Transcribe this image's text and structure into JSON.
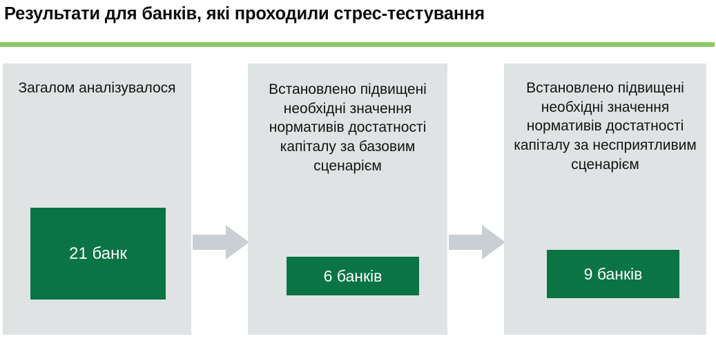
{
  "title": "Результати для банків, які проходили стрес-тестування",
  "colors": {
    "title_text": "#0D0D0D",
    "title_rule": "#8CC963",
    "panel_bg": "#DFE3E4",
    "chip_bg": "#0A7444",
    "chip_text": "#FFFFFF",
    "arrow": "#C9CFD2"
  },
  "flow": {
    "stages": [
      {
        "caption": "Загалом аналізувалося",
        "value": "21 банк"
      },
      {
        "caption": "Встановлено підвищені необхідні значення нормативів достатності капіталу за базовим сценарієм",
        "value": "6 банків"
      },
      {
        "caption": "Встановлено підвищені необхідні значення нормативів достатності капіталу за несприятливим сценарієм",
        "value": "9 банків"
      }
    ],
    "connectors": [
      {
        "icon": "arrow-right-icon"
      },
      {
        "icon": "arrow-right-icon"
      }
    ]
  }
}
